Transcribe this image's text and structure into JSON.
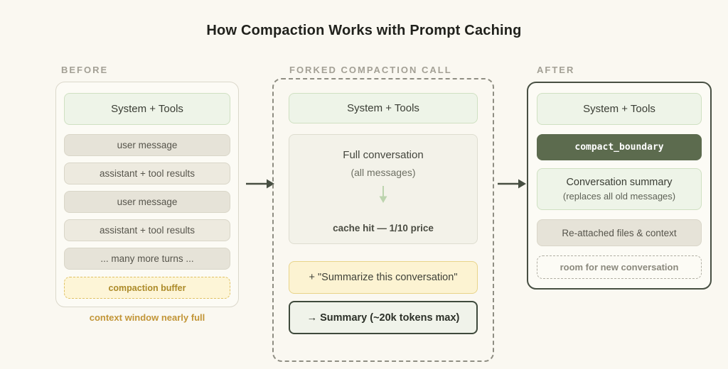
{
  "title": "How Compaction Works with Prompt Caching",
  "colors": {
    "page_background": "#faf8f1",
    "green_box_bg": "#eef4e8",
    "green_box_border": "#cfe0c2",
    "gray_box_bg": "#e6e3d8",
    "buffer_bg": "#fdf5d7",
    "buffer_border": "#e0c264",
    "buffer_text": "#ac8a28",
    "caption_text": "#c29537",
    "boundary_bg": "#5c6b4e",
    "summary_border": "#3f4a3c",
    "arrow": "#474f42",
    "down_arrow": "#bcd4ae"
  },
  "before": {
    "header": "BEFORE",
    "system_box": "System + Tools",
    "messages": [
      "user message",
      "assistant + tool results",
      "user message",
      "assistant + tool results",
      "... many more turns ..."
    ],
    "compaction_buffer": "compaction buffer",
    "caption": "context window nearly full"
  },
  "forked": {
    "header": "FORKED COMPACTION CALL",
    "system_box": "System + Tools",
    "full_conversation": {
      "line1": "Full conversation",
      "line2": "(all messages)",
      "cache_note": "cache hit — 1/10 price"
    },
    "summarize_box": "+ \"Summarize this conversation\"",
    "summary_box": "→ Summary (~20k tokens max)"
  },
  "after": {
    "header": "AFTER",
    "system_box": "System + Tools",
    "boundary": "compact_boundary",
    "summary_line1": "Conversation summary",
    "summary_line2": "(replaces all old messages)",
    "reattached": "Re-attached files & context",
    "room": "room for new conversation"
  }
}
